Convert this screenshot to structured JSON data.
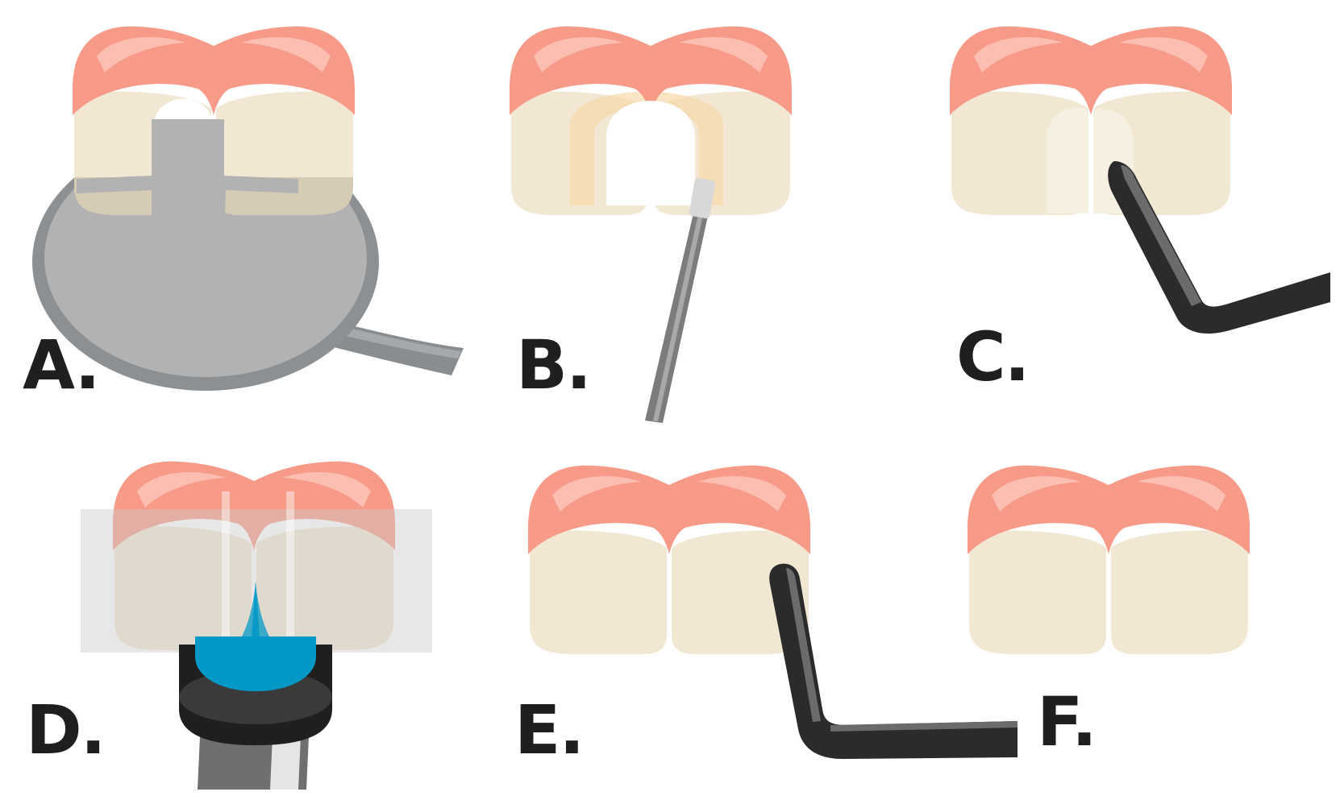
{
  "figure": {
    "panels": [
      {
        "id": "A",
        "label": "A.",
        "content": "rubber dam clamp and frame isolating two teeth"
      },
      {
        "id": "B",
        "label": "B.",
        "content": "etchant applied with applicator"
      },
      {
        "id": "C",
        "label": "C.",
        "content": "composite placed with hand instrument"
      },
      {
        "id": "D",
        "label": "D.",
        "content": "matrix strip and curing light"
      },
      {
        "id": "E",
        "label": "E.",
        "content": "finishing with instrument"
      },
      {
        "id": "F",
        "label": "F.",
        "content": "completed restoration"
      }
    ]
  },
  "colors": {
    "gum": "#f79a88",
    "gum_highlight": "#fbc4b8",
    "tooth": "#f2e7d2",
    "tooth_shadow": "#e8dcc2",
    "dam": "#b2b2b2",
    "dam_rim": "#8d9093",
    "etch": "#f6d9a9",
    "instrument": "#2b2b2b",
    "instrument_highlight": "#6b6b6b",
    "light_tip": "#0498c6",
    "matrix": "#c9c9c9"
  }
}
